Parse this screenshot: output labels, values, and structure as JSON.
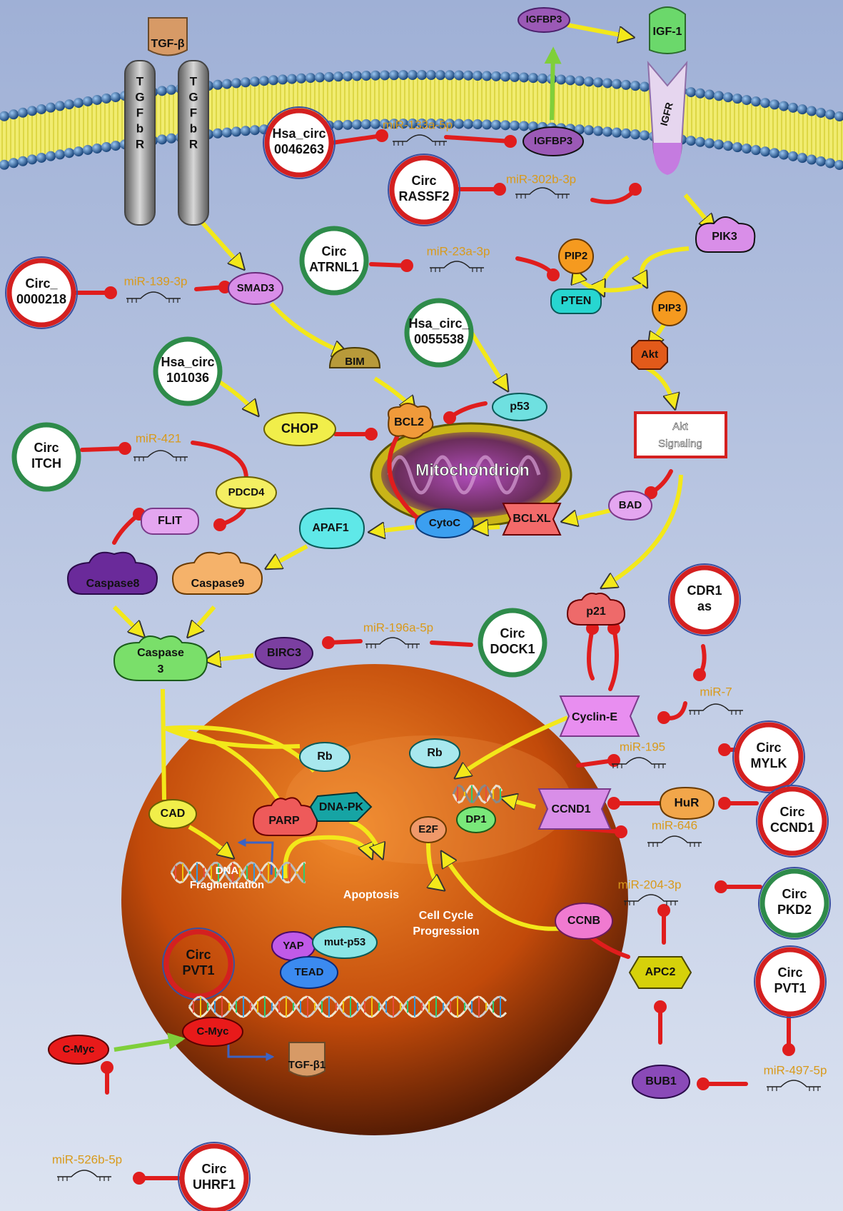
{
  "colors": {
    "background_top": "#9fb0d6",
    "background_bottom": "#dce3f1",
    "membrane_head": "#1f4e8a",
    "activation_line": "#f3e81a",
    "inhibition_line": "#e01d1d",
    "mirna_text": "#d89a1c",
    "circ_green_ring": "#2e8b4a",
    "circ_red_ring": "#d42020",
    "nucleus": "#c24a0a"
  },
  "membrane": {
    "tgfb": "TGF-β",
    "tgfbr_letters": [
      "T",
      "G",
      "F",
      "b",
      "R"
    ],
    "igfbp3_top": "IGFBP3",
    "igf1": "IGF-1",
    "igfr": "IGFR"
  },
  "circs": {
    "hsa_0046263": [
      "Hsa_circ",
      "0046263"
    ],
    "rassf2": [
      "Circ",
      "RASSF2"
    ],
    "atrnl1": [
      "Circ",
      "ATRNL1"
    ],
    "c0000218": [
      "Circ_",
      "0000218"
    ],
    "hsa_0055538": [
      "Hsa_circ_",
      "0055538"
    ],
    "hsa_101036": [
      "Hsa_circ",
      "101036"
    ],
    "itch": [
      "Circ",
      "ITCH"
    ],
    "dock1": [
      "Circ",
      "DOCK1"
    ],
    "cdr1as": [
      "CDR1",
      "as"
    ],
    "mylk": [
      "Circ",
      "MYLK"
    ],
    "ccnd1": [
      "Circ",
      "CCND1"
    ],
    "pkd2": [
      "Circ",
      "PKD2"
    ],
    "pvt1_right": [
      "Circ",
      "PVT1"
    ],
    "pvt1_nucleus": [
      "Circ",
      "PVT1"
    ],
    "uhrf1": [
      "Circ",
      "UHRF1"
    ]
  },
  "mirnas": {
    "m133a": "miR-133a-5p",
    "m302b": "miR-302b-3p",
    "m23a": "miR-23a-3p",
    "m139": "miR-139-3p",
    "m421": "miR-421",
    "m196a": "miR-196a-5p",
    "m7": "miR-7",
    "m195": "miR-195",
    "m646": "miR-646",
    "m204": "miR-204-3p",
    "m497": "miR-497-5p",
    "m526b": "miR-526b-5p"
  },
  "nodes": {
    "igfbp3_mid": "IGFBP3",
    "pik3": "PIK3",
    "pip2": "PIP2",
    "pten": "PTEN",
    "pip3": "PIP3",
    "akt": "Akt",
    "akt_signaling": [
      "Akt",
      "Signaling"
    ],
    "smad3": "SMAD3",
    "bim": "BIM",
    "p53": "p53",
    "chop": "CHOP",
    "bcl2": "BCL2",
    "mitochondrion": "Mitochondrion",
    "pdcd4": "PDCD4",
    "flit": "FLIT",
    "apaf1": "APAF1",
    "cytoc": "CytoC",
    "bclxl": "BCLXL",
    "bad": "BAD",
    "caspase8": "Caspase8",
    "caspase9": "Caspase9",
    "caspase3": [
      "Caspase",
      "3"
    ],
    "birc3": "BIRC3",
    "p21": "p21",
    "cyclin_e": "Cyclin-E",
    "rb_left": "Rb",
    "rb_right": "Rb",
    "cad": "CAD",
    "parp": "PARP",
    "dnapk": "DNA-PK",
    "e2f": "E2F",
    "dp1": "DP1",
    "ccnd1": "CCND1",
    "hur": "HuR",
    "ccnb": "CCNB",
    "apc2": "APC2",
    "bub1": "BUB1",
    "yap": "YAP",
    "mutp53": "mut-p53",
    "tead": "TEAD",
    "cmyc_out": "C-Myc",
    "cmyc_in": "C-Myc",
    "tgfb1": "TGF-β1"
  },
  "labels": {
    "dna_frag": [
      "DNA",
      "Fragmentation"
    ],
    "apoptosis": "Apoptosis",
    "cell_cycle": [
      "Cell Cycle",
      "Progression"
    ]
  }
}
